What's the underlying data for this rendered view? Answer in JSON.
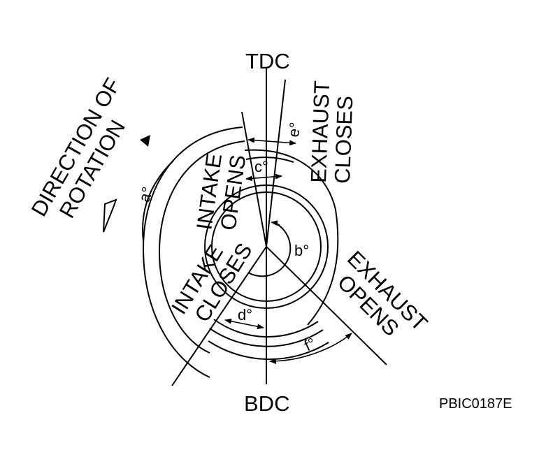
{
  "labels": {
    "tdc": "TDC",
    "bdc": "BDC",
    "direction_line1": "DIRECTION OF",
    "direction_line2": "ROTATION",
    "exhaust_closes_line1": "EXHAUST",
    "exhaust_closes_line2": "CLOSES",
    "intake_opens_line1": "INTAKE",
    "intake_opens_line2": "OPENS",
    "intake_closes_line1": "INTAKE",
    "intake_closes_line2": "CLOSES",
    "exhaust_opens_line1": "EXHAUST",
    "exhaust_opens_line2": "OPENS",
    "angle_a": "a°",
    "angle_b": "b°",
    "angle_c": "c°",
    "angle_d": "d°",
    "angle_e": "e°",
    "angle_f": "f°",
    "figure_code": "PBIC0187E"
  }
}
